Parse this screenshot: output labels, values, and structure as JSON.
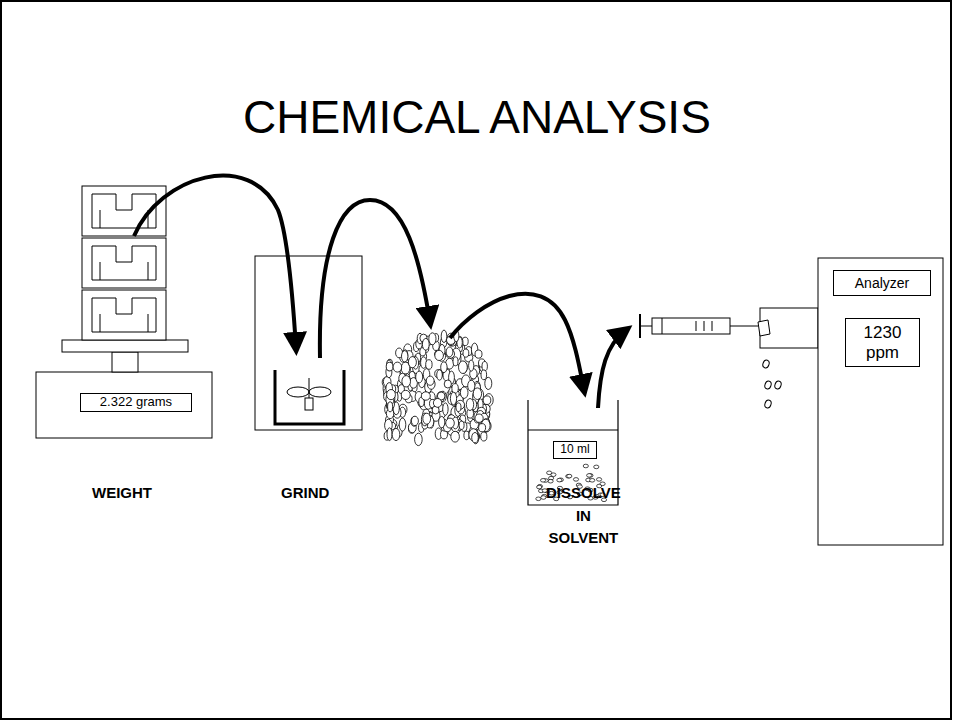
{
  "diagram": {
    "title": "CHEMICAL ANALYSIS",
    "nodes": [
      {
        "text": [
          "2.322 grams"
        ]
      },
      {
        "text": [
          "10 ml"
        ]
      },
      {
        "text": [
          "Analyzer"
        ]
      },
      {
        "text": [
          "1230 ppm"
        ]
      }
    ],
    "labels": [
      "WEIGHT",
      "GRIND",
      "DISSOLVE IN SOLVENT"
    ]
  }
}
